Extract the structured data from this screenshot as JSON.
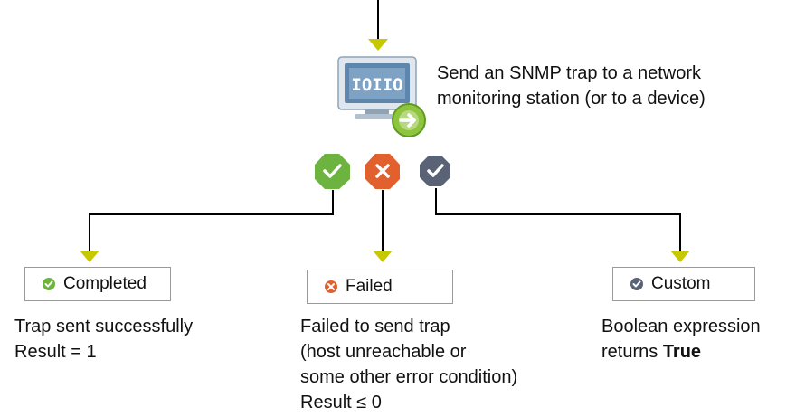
{
  "action": {
    "icon": "snmp-trap-monitor-icon",
    "description_lines": [
      "Send an SNMP trap to a network",
      "monitoring station (or to a device)"
    ]
  },
  "outcome_icons": [
    "success-check-icon",
    "failure-x-icon",
    "custom-check-icon"
  ],
  "outcomes": [
    {
      "label": "Completed",
      "icon": "completed-icon",
      "color": "#6db33f",
      "description_lines": [
        "Trap sent successfully",
        "Result = 1"
      ]
    },
    {
      "label": "Failed",
      "icon": "failed-icon",
      "color": "#e2602e",
      "description_lines": [
        "Failed to send trap",
        "(host unreachable or",
        "some other error condition)",
        "Result ≤ 0"
      ]
    },
    {
      "label": "Custom",
      "icon": "custom-icon",
      "color": "#5a6275",
      "description_line_1": "Boolean expression",
      "description_line_2_prefix": "returns ",
      "description_line_2_bold": "True"
    }
  ],
  "colors": {
    "arrow": "#c8c800",
    "connector": "#000000",
    "monitor_blue": "#5e86ad",
    "go_badge": "#8fc43e"
  }
}
